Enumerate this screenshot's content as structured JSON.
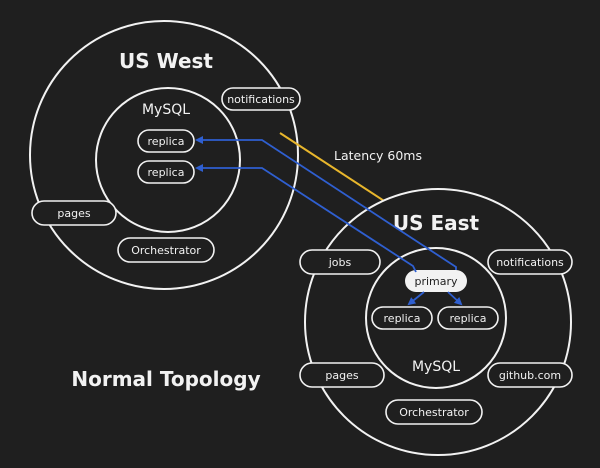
{
  "west": {
    "title": "US West",
    "mysql_label": "MySQL",
    "notifications": "notifications",
    "replica_1": "replica",
    "replica_2": "replica",
    "pages": "pages",
    "orchestrator": "Orchestrator"
  },
  "east": {
    "title": "US East",
    "mysql_label": "MySQL",
    "jobs": "jobs",
    "notifications": "notifications",
    "primary": "primary",
    "replica_1": "replica",
    "replica_2": "replica",
    "pages": "pages",
    "github": "github.com",
    "orchestrator": "Orchestrator"
  },
  "latency": "Latency 60ms",
  "caption": "Normal Topology",
  "colors": {
    "background": "#1f1f1f",
    "foreground": "#f2f2f2",
    "replication_arrow": "#2f5fd0",
    "latency_line": "#e8b62c"
  }
}
